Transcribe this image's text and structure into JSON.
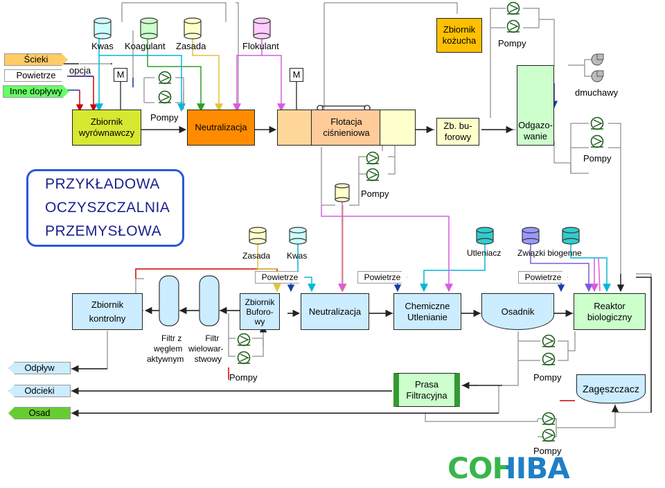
{
  "title": {
    "line1": "PRZYKŁADOWA",
    "line2": "OCZYSZCZALNIA",
    "line3": "PRZEMYSŁOWA"
  },
  "inputs": {
    "scieki": "Ścieki",
    "powietrze": "Powietrze",
    "inne": "Inne dopływy",
    "opcja": "opcja"
  },
  "outputs": {
    "odplyw": "Odpływ",
    "odcieki": "Odcieki",
    "osad": "Osad"
  },
  "chemicals_top": {
    "kwas": "Kwas",
    "koagulant": "Koagulant",
    "zasada": "Zasada",
    "flokulant": "Flokulant"
  },
  "chemicals_mid": {
    "zasada": "Zasada",
    "kwas": "Kwas",
    "utleniacz": "Utleniacz",
    "zwiazki": "Związki biogenne"
  },
  "motor": {
    "m1": "M",
    "m2": "M"
  },
  "units_top": {
    "zbiornik_wyr_1": "Zbiornik",
    "zbiornik_wyr_2": "wyrównawczy",
    "neutralizacja": "Neutralizacja",
    "flotacja_1": "Flotacja",
    "flotacja_2": "ciśnieniowa",
    "zb_buforowy_1": "Zb. bu-",
    "zb_buforowy_2": "forowy",
    "zbiornik_kozucha_1": "Zbiornik",
    "zbiornik_kozucha_2": "kożucha",
    "odgazowanie_1": "Odgazo-",
    "odgazowanie_2": "wanie",
    "dmuchawy": "dmuchawy"
  },
  "units_bottom": {
    "zbiornik_kontrolny_1": "Zbiornik",
    "zbiornik_kontrolny_2": "kontrolny",
    "filtr_wegiel_1": "Filtr z",
    "filtr_wegiel_2": "węglem",
    "filtr_wegiel_3": "aktywnym",
    "filtr_wielo_1": "Filtr",
    "filtr_wielo_2": "wielowar-",
    "filtr_wielo_3": "stwowy",
    "zbiornik_buf_1": "Zbiornik",
    "zbiornik_buf_2": "Buforo-",
    "zbiornik_buf_3": "wy",
    "neutralizacja": "Neutralizacja",
    "chemiczne_1": "Chemiczne",
    "chemiczne_2": "Utlenianie",
    "osadnik": "Osadnik",
    "reaktor_1": "Reaktor",
    "reaktor_2": "biologiczny",
    "prasa_1": "Prasa",
    "prasa_2": "Filtracyjna",
    "zageszczacz": "Zagęszczacz"
  },
  "air_tags": {
    "a1": "Powietrze",
    "a2": "Powietrze",
    "a3": "Powietrze"
  },
  "pump_labels": {
    "p_top_left": "Pompy",
    "p_top_kozucha": "Pompy",
    "p_mid": "Pompy",
    "p_right": "Pompy",
    "p_bottom_left": "Pompy",
    "p_bottom_right": "Pompy",
    "p_bottom_low": "Pompy"
  },
  "logo": {
    "text": "COHIBA"
  },
  "colors": {
    "accent": "#2a59d6",
    "title": "#1b1f8c",
    "wyrownawczy": "#d6e830",
    "neutralizacja": "#ff8c00",
    "flotacja": "#ffcc99",
    "kozucha": "#ffc000",
    "odgazowanie": "#ccffcc",
    "prasa": "#339933",
    "scieki": "#ffcc66",
    "inne": "#66ff66",
    "logo_green": "#39b54a",
    "logo_blue": "#1f7fc4"
  }
}
